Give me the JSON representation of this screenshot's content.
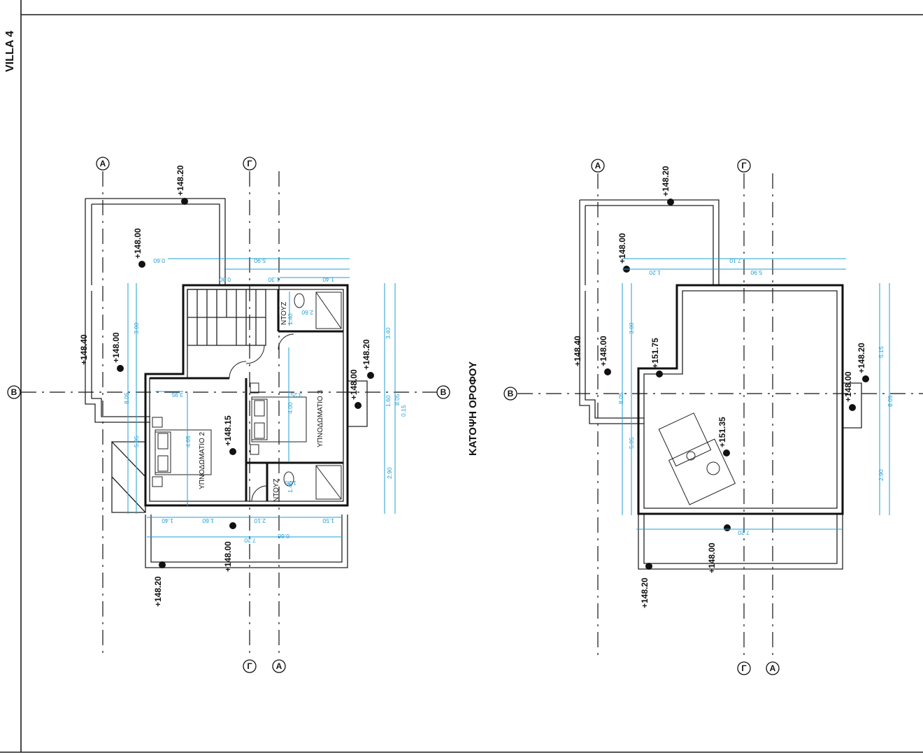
{
  "sheet": {
    "villa_label": "VILLA 4",
    "drawing_title": "ΚΑΤΟΨΗ ΟΡΟΦΟΥ"
  },
  "axes": {
    "a": "A",
    "g": "Γ",
    "b": "B"
  },
  "rooms": {
    "bedroom_2": "ΥΠΝΟΔΩΜΑΤΙΟ 2",
    "bedroom_3": "ΥΠΝΟΔΩΜΑΤΙΟ 3",
    "shower_top": "ΝΤΟΥΖ",
    "shower_bottom": "ΝΤΟΥΖ"
  },
  "levels": {
    "l148_20": "+148.20",
    "l148_00": "+148.00",
    "l148_40": "+148.40",
    "l148_15": "+148.15",
    "l151_75": "+151.75",
    "l151_35": "+151.35"
  },
  "dims": {
    "d0_60": "0.60",
    "d5_90": "5.90",
    "d1_30": "1.30",
    "d1_40": "1.40",
    "d2_60": "2.60",
    "d3_00": "3.00",
    "d3_40": "3.40",
    "d8_05": "8.05",
    "d1_60": "1.60",
    "d0_15": "0.15",
    "d5_05": "5.05",
    "d4_65": "4.65",
    "d4_00": "4.00",
    "d3_95": "3.95",
    "d3_25": "3.25",
    "d2_90": "2.90",
    "d2_10": "2.10",
    "d1_50": "1.50",
    "d7_20": "7.20",
    "d1_25": "1.25",
    "d7_10": "7.10",
    "d1_20": "1.20",
    "d5_15": "5.15",
    "d0_80": "0.80",
    "d1_45": "1.45"
  }
}
